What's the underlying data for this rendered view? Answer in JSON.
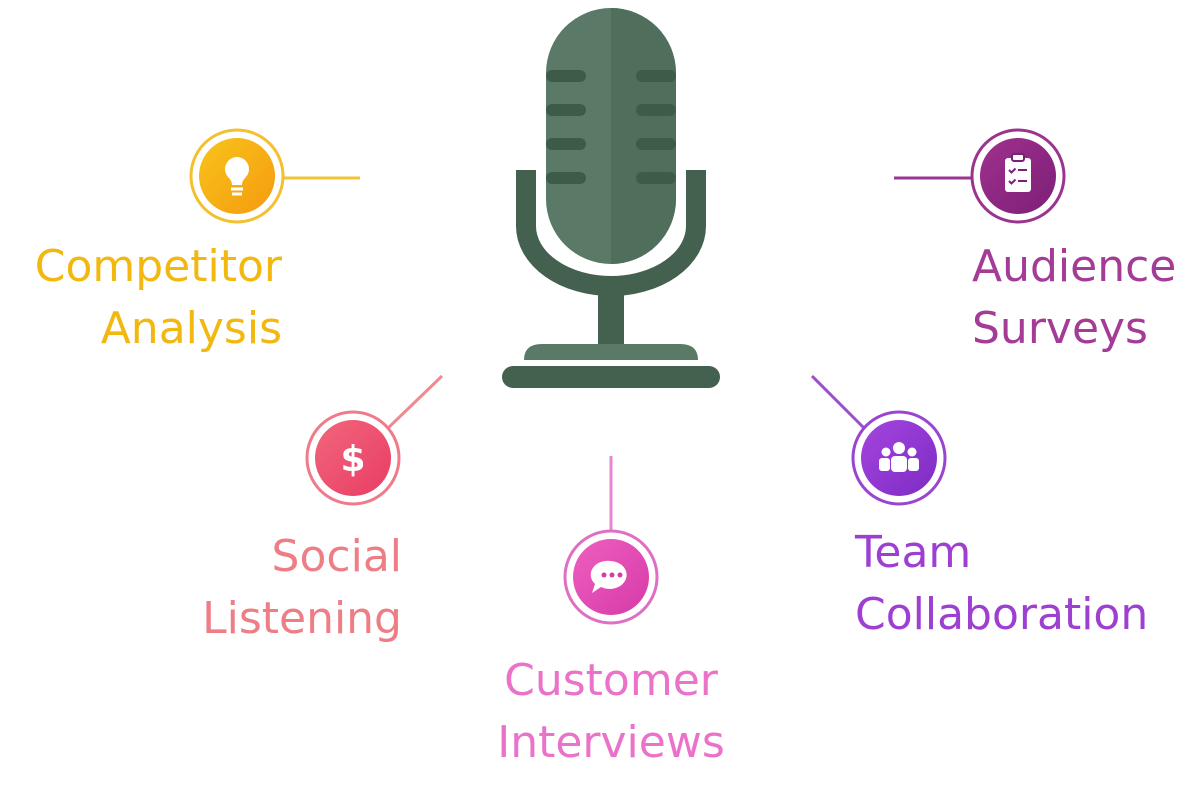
{
  "nodes": {
    "competitor": {
      "lines": [
        "Competitor",
        "Analysis"
      ],
      "color": "#f2b80f",
      "gradient": [
        "#f8c41a",
        "#f59a10"
      ],
      "icon": "lightbulb-icon"
    },
    "social": {
      "lines": [
        "Social",
        "Listening"
      ],
      "color": "#ee7e86",
      "gradient": [
        "#f2667c",
        "#e83d64"
      ],
      "icon": "dollar-icon"
    },
    "customer": {
      "lines": [
        "Customer",
        "Interviews"
      ],
      "color": "#ea72c9",
      "gradient": [
        "#ef5fbf",
        "#d63aa8"
      ],
      "icon": "chat-bubble-icon"
    },
    "team": {
      "lines": [
        "Team",
        "Collaboration"
      ],
      "color": "#9d3fd1",
      "gradient": [
        "#a545df",
        "#7d2bc4"
      ],
      "icon": "people-icon"
    },
    "audience": {
      "lines": [
        "Audience",
        "Surveys"
      ],
      "color": "#a43b97",
      "gradient": [
        "#a0318d",
        "#7c1f78"
      ],
      "icon": "clipboard-icon"
    }
  },
  "center": {
    "icon": "microphone-icon",
    "colors": {
      "body": "#5a7a67",
      "dark": "#3e5a49",
      "stand": "#44604f"
    }
  }
}
